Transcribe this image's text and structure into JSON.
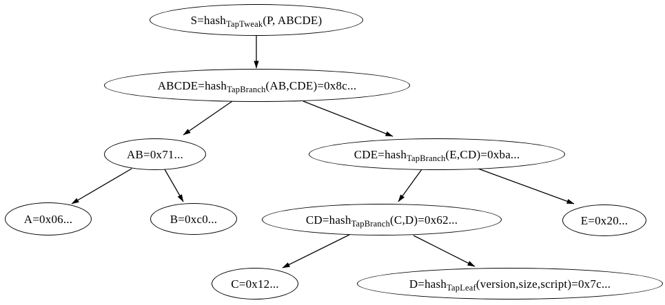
{
  "diagram": {
    "title": "Taproot hash tree (graphviz-style directed tree)",
    "colors": {
      "background": "#ffffff",
      "node_border": "#000000",
      "edge": "#000000",
      "text": "#000000"
    },
    "nodes": [
      {
        "id": "S",
        "pre": "S=hash",
        "sub": "TapTweak",
        "post": "(P, ABCDE)"
      },
      {
        "id": "ABCDE",
        "pre": "ABCDE=hash",
        "sub": "TapBranch",
        "post": "(AB,CDE)=0x8c..."
      },
      {
        "id": "AB",
        "pre": "AB=0x71...",
        "sub": "",
        "post": ""
      },
      {
        "id": "CDE",
        "pre": "CDE=hash",
        "sub": "TapBranch",
        "post": "(E,CD)=0xba..."
      },
      {
        "id": "A",
        "pre": "A=0x06...",
        "sub": "",
        "post": ""
      },
      {
        "id": "B",
        "pre": "B=0xc0...",
        "sub": "",
        "post": ""
      },
      {
        "id": "CD",
        "pre": "CD=hash",
        "sub": "TapBranch",
        "post": "(C,D)=0x62..."
      },
      {
        "id": "E",
        "pre": "E=0x20...",
        "sub": "",
        "post": ""
      },
      {
        "id": "C",
        "pre": "C=0x12...",
        "sub": "",
        "post": ""
      },
      {
        "id": "D",
        "pre": "D=hash",
        "sub": "TapLeaf",
        "post": "(version,size,script)=0x7c..."
      }
    ],
    "edges": [
      {
        "from": "S",
        "to": "ABCDE"
      },
      {
        "from": "ABCDE",
        "to": "AB"
      },
      {
        "from": "ABCDE",
        "to": "CDE"
      },
      {
        "from": "AB",
        "to": "A"
      },
      {
        "from": "AB",
        "to": "B"
      },
      {
        "from": "CDE",
        "to": "CD"
      },
      {
        "from": "CDE",
        "to": "E"
      },
      {
        "from": "CD",
        "to": "C"
      },
      {
        "from": "CD",
        "to": "D"
      }
    ]
  }
}
